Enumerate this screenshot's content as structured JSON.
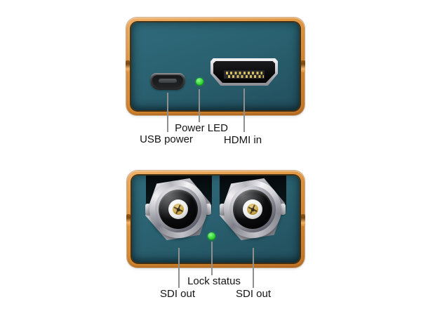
{
  "diagram": {
    "device_type": "mini-converter",
    "background": "#ffffff"
  },
  "front_panel": {
    "view_name": "front-panel-view",
    "labels": {
      "usb_power": "USB power",
      "power_led": "Power LED",
      "hdmi_in": "HDMI in"
    }
  },
  "rear_panel": {
    "view_name": "rear-panel-view",
    "labels": {
      "lock_status": "Lock status",
      "sdi_out_left": "SDI out",
      "sdi_out_right": "SDI out"
    }
  },
  "colors": {
    "frame_orange": "#d98e3c",
    "frame_highlight": "#f0b066",
    "panel_teal": "#2a6170",
    "recess_dark": "#0a1216",
    "led_green": "#2ed02e",
    "bnc_silver": "#c6c6cc",
    "hdmi_pin_gold": "#d7bd62",
    "callout_line_gray": "#8f8f8f",
    "label_text": "#141414"
  }
}
